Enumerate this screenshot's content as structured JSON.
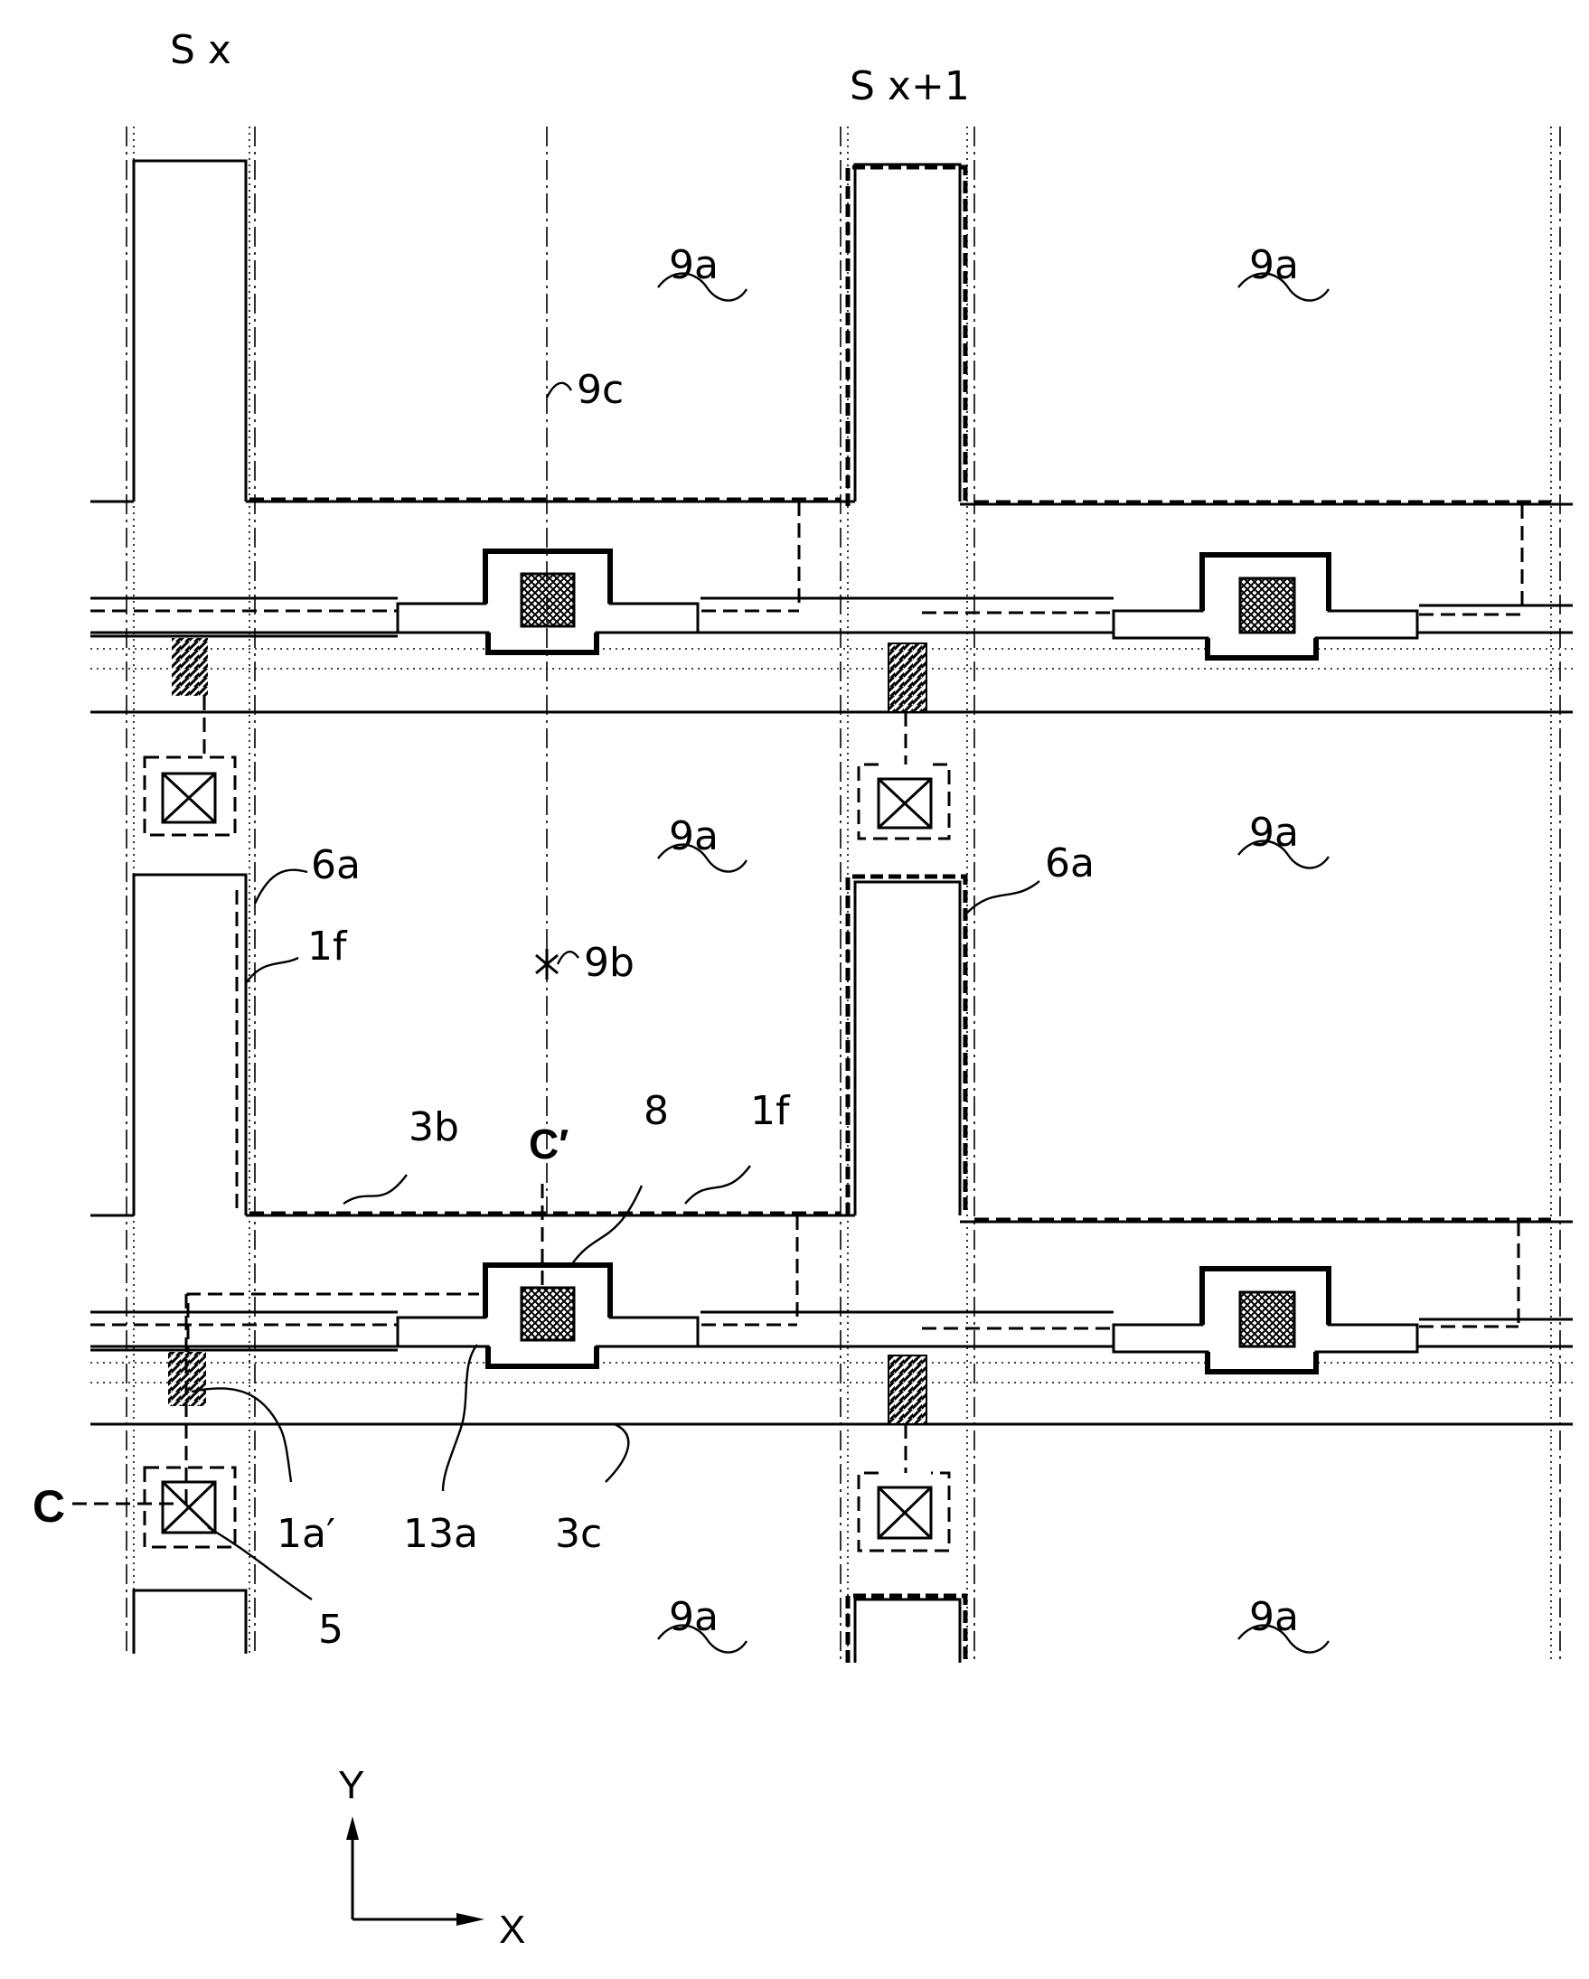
{
  "labels": {
    "source_line_x": "S x",
    "source_line_x1": "S x+1",
    "pixel_electrode": "9a",
    "center_line": "9c",
    "center_point": "9b",
    "data_line": "6a",
    "semiconductor": "1f",
    "capacitor_line": "3b",
    "section_start": "C",
    "section_end": "C′",
    "contact": "8",
    "layer_1a": "1a′",
    "layer_13a": "13a",
    "scan_line": "3c",
    "contact_hole": "5"
  },
  "axes": {
    "y": "Y",
    "x": "X"
  }
}
